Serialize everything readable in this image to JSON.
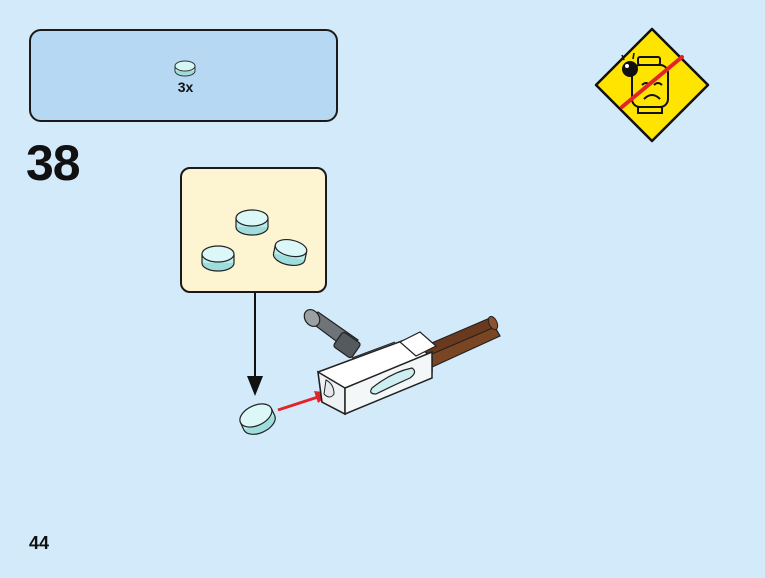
{
  "parts_list": {
    "items": [
      {
        "part": "round-tile-1x1-trans-light-blue-icon",
        "count": "3x",
        "color": "#b9ecec"
      }
    ]
  },
  "step": {
    "number": "38"
  },
  "page": {
    "number": "44"
  },
  "warning": {
    "icon": "no-choking-hazard-warning-icon",
    "fill": "#ffe400",
    "slash": "#e3232a"
  },
  "colors": {
    "background": "#d3eafb",
    "parts_box": "#b6d8f2",
    "callout": "#fdf4d2",
    "arrow": "#e3232a"
  }
}
